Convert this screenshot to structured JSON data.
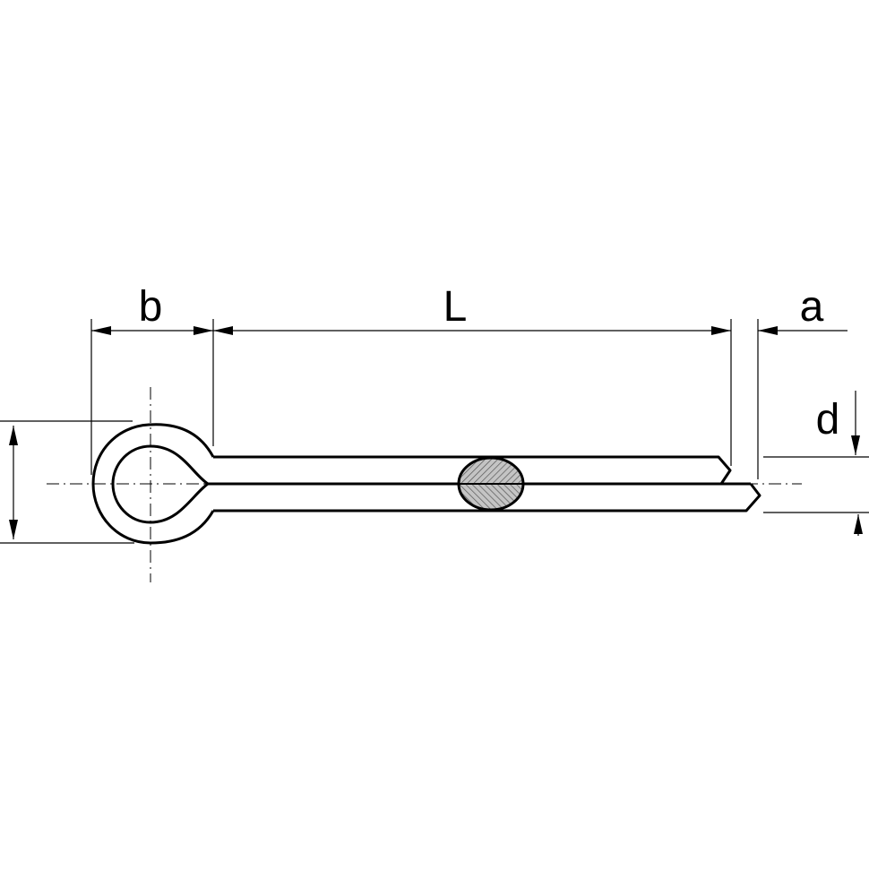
{
  "diagram": {
    "subject": "cotter pin",
    "labels": {
      "b": "b",
      "L": "L",
      "a": "a",
      "d": "d"
    },
    "colors": {
      "stroke": "#000000",
      "background": "#ffffff",
      "section_fill": "#bdbdbd"
    }
  }
}
